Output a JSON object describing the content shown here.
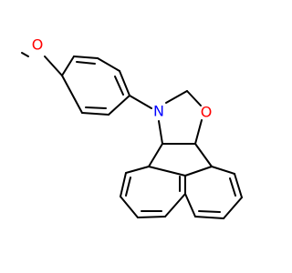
{
  "molecule": {
    "atoms": [
      {
        "key": "methoxy-oxygen",
        "label": "O",
        "color": "#ff0000"
      },
      {
        "key": "ring-nitrogen",
        "label": "N",
        "color": "#0000ff"
      },
      {
        "key": "ring-oxygen",
        "label": "O",
        "color": "#ff0000"
      }
    ],
    "bond_color": "#000000"
  }
}
